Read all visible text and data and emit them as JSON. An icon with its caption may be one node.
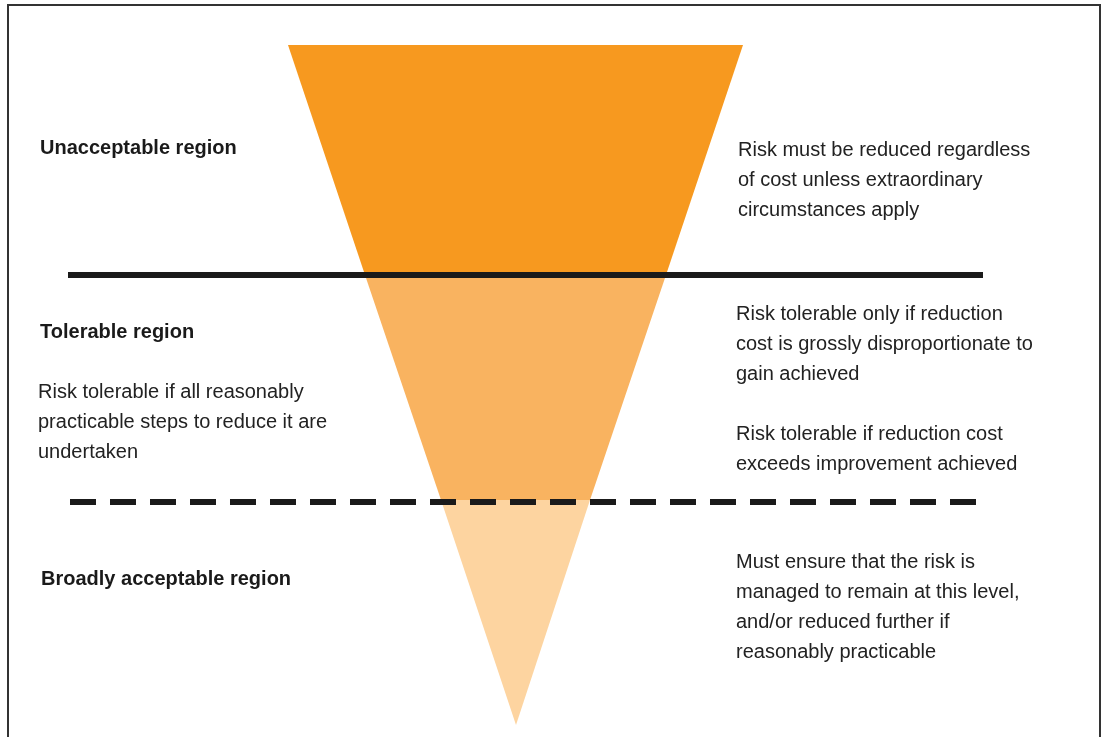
{
  "diagram": {
    "labels": [
      "Unacceptable region",
      "Risk must be reduced regardless of cost unless extraordinary circumstances apply",
      "Tolerable region",
      "Risk tolerable only if reduction cost is grossly disproportionate to gain achieved",
      "Risk tolerable if all reasonably practicable steps to reduce it are undertaken",
      "Risk tolerable if reduction cost exceeds improvement achieved",
      "Broadly acceptable region",
      "Must ensure that the risk is managed to remain at this level, and/or reduced further if reasonably practicable"
    ]
  }
}
